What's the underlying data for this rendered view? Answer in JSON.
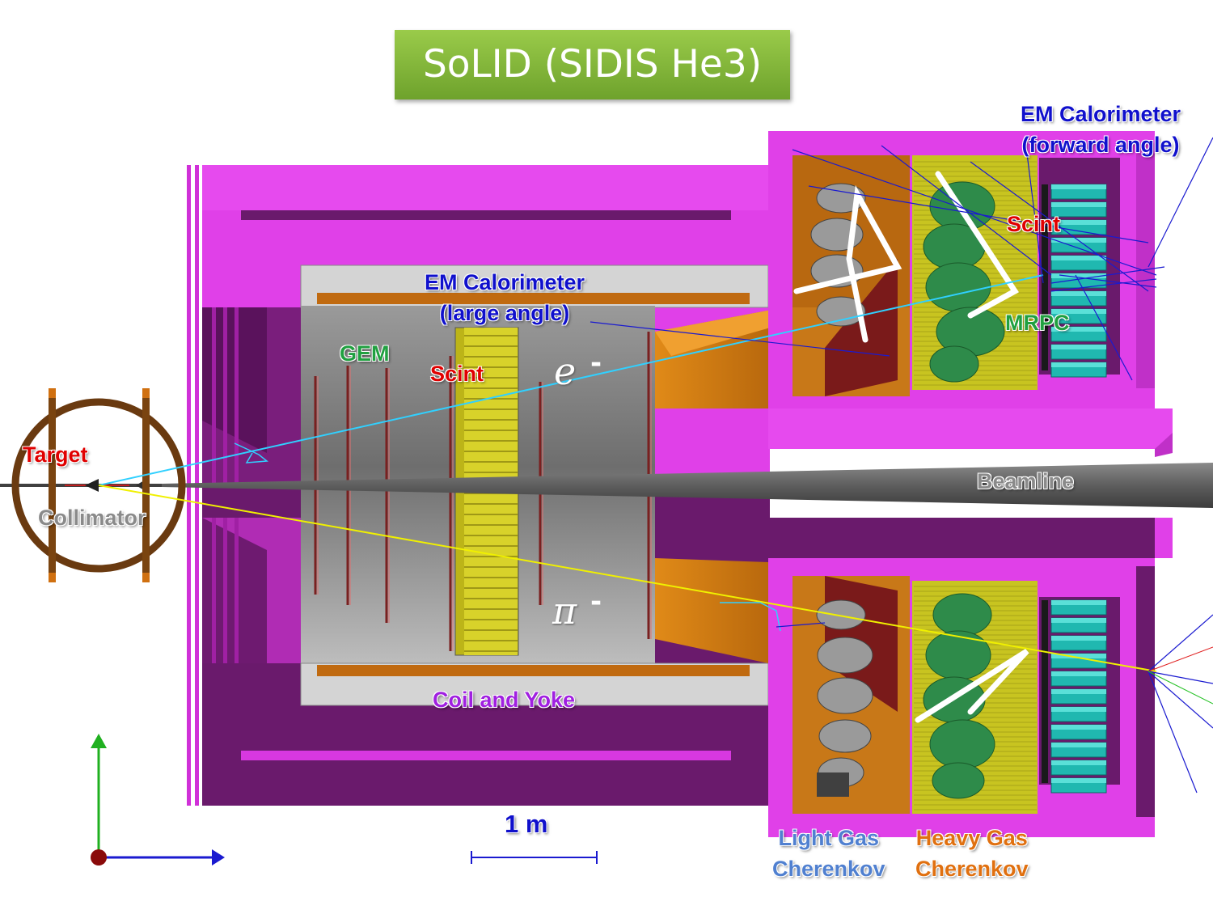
{
  "title": "SoLID (SIDIS He3)",
  "labels": {
    "em_cal_forward_line1": "EM Calorimeter",
    "em_cal_forward_line2": "(forward angle)",
    "scint_forward": "Scint",
    "mrpc": "MRPC",
    "em_cal_large_line1": "EM Calorimeter",
    "em_cal_large_line2": "(large angle)",
    "gem": "GEM",
    "scint_large": "Scint",
    "target": "Target",
    "collimator": "Collimator",
    "beamline": "Beamline",
    "coil_yoke": "Coil and Yoke",
    "scale": "1 m",
    "light_gas_line1": "Light Gas",
    "light_gas_line2": "Cherenkov",
    "heavy_gas_line1": "Heavy Gas",
    "heavy_gas_line2": "Cherenkov"
  },
  "particles": {
    "electron": "e",
    "pion": "π",
    "charge": "-"
  },
  "colors": {
    "title_bg": "#8cbf3f",
    "yoke_magenta": "#e040e8",
    "yoke_dark": "#641866",
    "coil_gray": "#8a8a8a",
    "cherenkov_orange": "#d07a10",
    "heavy_gas_yellow": "#c8c420",
    "mirror_green": "#2e8b4a",
    "calorimeter_cyan": "#20b8b0",
    "label_red": "#e00000",
    "label_blue": "#1010cc",
    "label_green": "#20a040",
    "label_purple": "#a020e0",
    "label_gray": "#8a8a8a",
    "label_lightblue": "#5080d0",
    "label_orange": "#e07010"
  }
}
